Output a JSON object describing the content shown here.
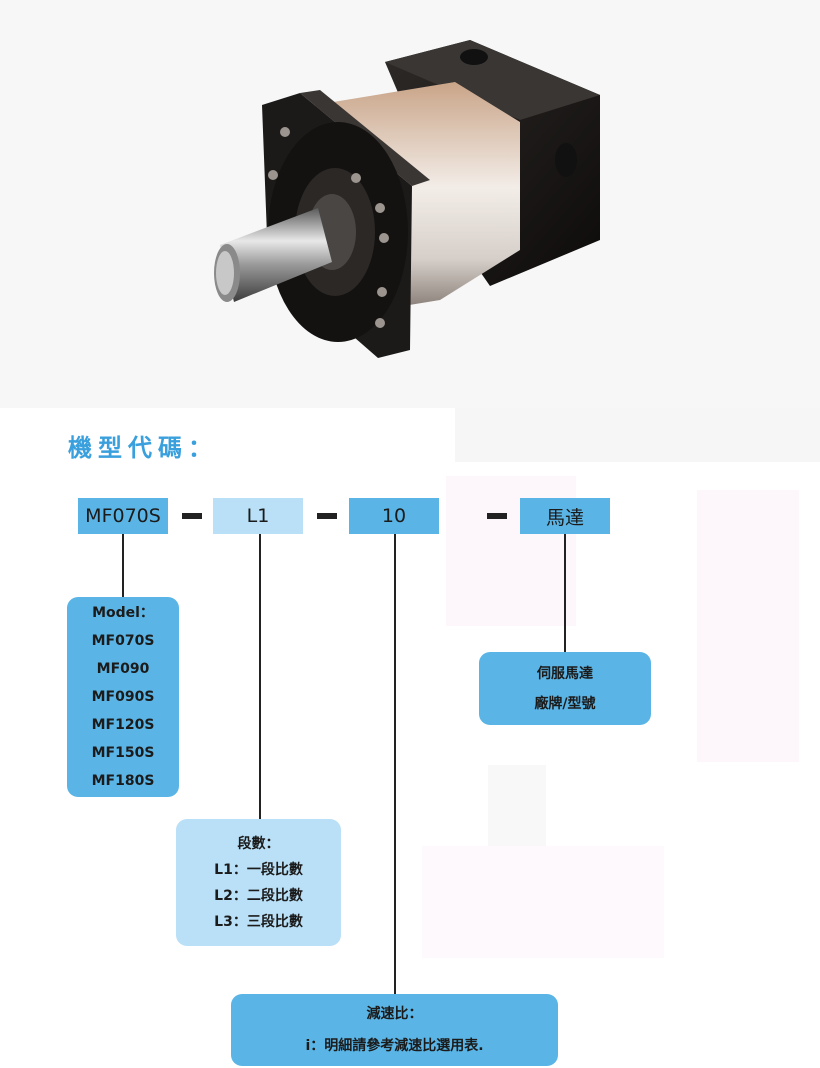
{
  "colors": {
    "accent_dark": "#5ab5e6",
    "accent_light": "#b9e0f7",
    "title": "#3aa0dd",
    "dash": "#222222"
  },
  "product_photo": {
    "subject": "planetary gearbox with output shaft"
  },
  "title": "機型代碼：",
  "code_parts": {
    "model": "MF070S",
    "stages": "L1",
    "ratio": "10",
    "motor": "馬達"
  },
  "model_panel": {
    "heading": "Model：",
    "items": [
      "MF070S",
      "MF090",
      "MF090S",
      "MF120S",
      "MF150S",
      "MF180S"
    ]
  },
  "motor_panel": {
    "lines": [
      "伺服馬達",
      "廠牌/型號"
    ]
  },
  "stages_panel": {
    "heading": "段數：",
    "items": [
      "L1：一段比數",
      "L2：二段比數",
      "L3：三段比數"
    ]
  },
  "ratio_panel": {
    "heading": "減速比：",
    "note": "i：明細請參考減速比選用表."
  }
}
